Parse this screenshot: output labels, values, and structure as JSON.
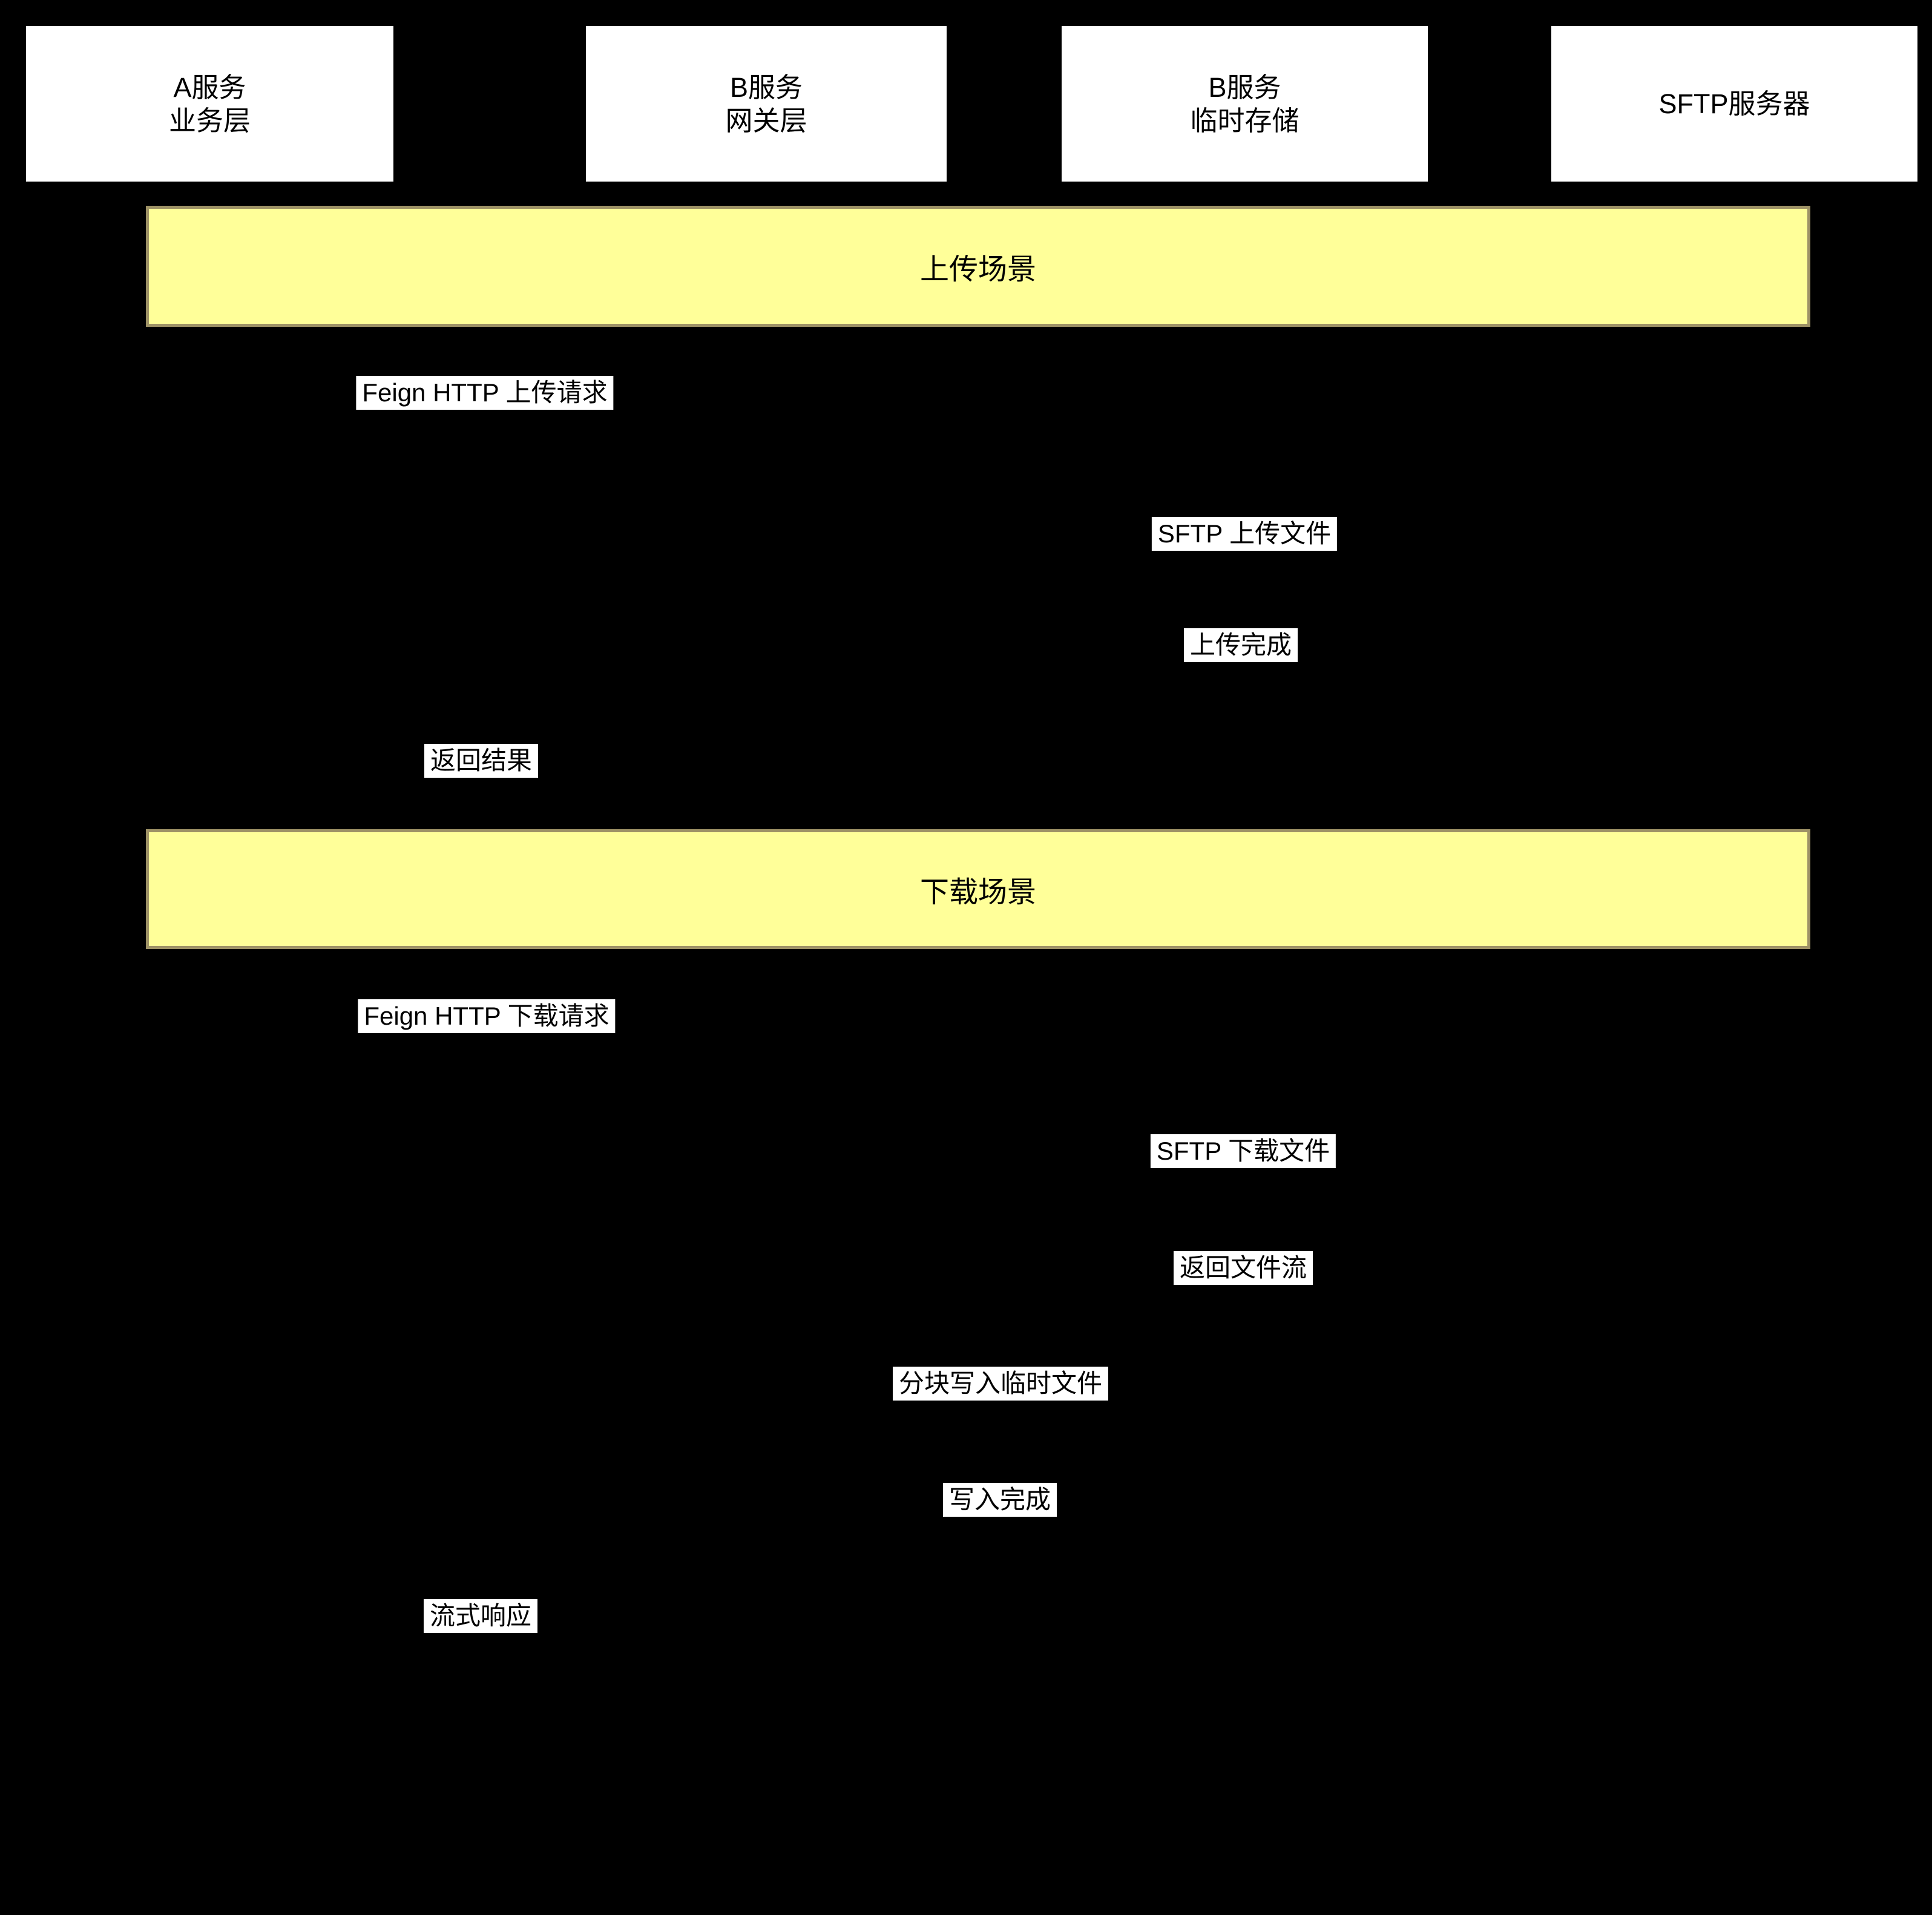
{
  "diagram": {
    "type": "sequence-diagram",
    "background_color": "#000000",
    "colors": {
      "participant_fill": "#ffffff",
      "participant_text": "#000000",
      "section_fill": "#ffff99",
      "section_border": "#9e9266",
      "message_label_bg": "#ffffff",
      "message_label_text": "#000000"
    },
    "participants": [
      {
        "line1": "A服务",
        "line2": "业务层"
      },
      {
        "line1": "B服务",
        "line2": "网关层"
      },
      {
        "line1": "B服务",
        "line2": "临时存储"
      },
      {
        "line1": "SFTP服务器",
        "line2": ""
      }
    ],
    "sections": [
      {
        "label": "上传场景"
      },
      {
        "label": "下载场景"
      }
    ],
    "messages": [
      {
        "label": "Feign HTTP 上传请求"
      },
      {
        "label": "SFTP 上传文件"
      },
      {
        "label": "上传完成"
      },
      {
        "label": "返回结果"
      },
      {
        "label": "Feign HTTP 下载请求"
      },
      {
        "label": "SFTP 下载文件"
      },
      {
        "label": "返回文件流"
      },
      {
        "label": "分块写入临时文件"
      },
      {
        "label": "写入完成"
      },
      {
        "label": "流式响应"
      }
    ]
  }
}
